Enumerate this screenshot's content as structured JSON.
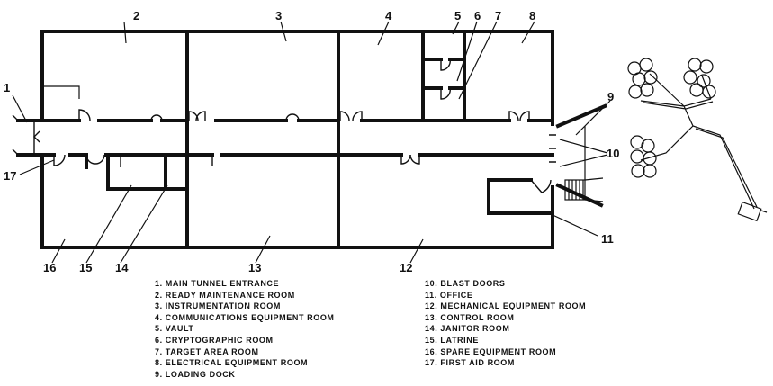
{
  "callouts": [
    "1",
    "2",
    "3",
    "4",
    "5",
    "6",
    "7",
    "8",
    "9",
    "10",
    "11",
    "12",
    "13",
    "14",
    "15",
    "16",
    "17"
  ],
  "legend_left": [
    "1. MAIN TUNNEL ENTRANCE",
    "2. READY MAINTENANCE ROOM",
    "3. INSTRUMENTATION ROOM",
    "4. COMMUNICATIONS EQUIPMENT ROOM",
    "5. VAULT",
    "6. CRYPTOGRAPHIC ROOM",
    "7. TARGET AREA ROOM",
    "8. ELECTRICAL EQUIPMENT ROOM",
    "9. LOADING DOCK"
  ],
  "legend_right": [
    "10. BLAST DOORS",
    "11. OFFICE",
    "12. MECHANICAL EQUIPMENT ROOM",
    "13. CONTROL ROOM",
    "14. JANITOR ROOM",
    "15. LATRINE",
    "16. SPARE EQUIPMENT ROOM",
    "17. FIRST AID ROOM"
  ]
}
